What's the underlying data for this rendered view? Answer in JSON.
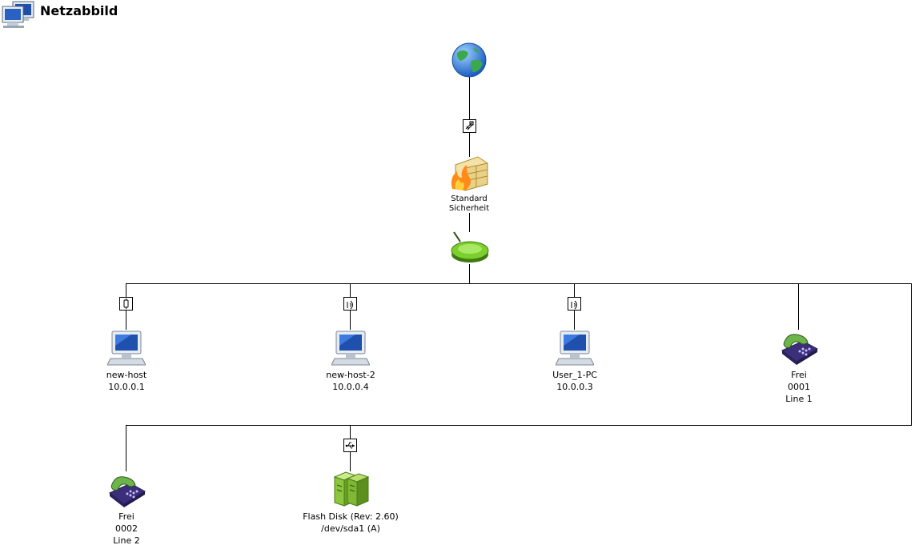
{
  "header": {
    "title": "Netzabbild",
    "icon": "network-computers-icon"
  },
  "internet": {
    "icon": "globe-icon"
  },
  "dsl_link": {
    "icon": "dsl-port-icon"
  },
  "firewall": {
    "icon": "firewall-icon",
    "label_line1": "Standard",
    "label_line2": "Sicherheit"
  },
  "router": {
    "icon": "router-icon"
  },
  "devices": [
    {
      "name": "new-host",
      "ip": "10.0.0.1",
      "connection": "lan-port-icon",
      "icon": "computer-icon"
    },
    {
      "name": "new-host-2",
      "ip": "10.0.0.4",
      "connection": "wlan-port-icon",
      "icon": "computer-icon"
    },
    {
      "name": "User_1-PC",
      "ip": "10.0.0.3",
      "connection": "wlan-port-icon",
      "icon": "computer-icon"
    }
  ],
  "phones": [
    {
      "status": "Frei",
      "number": "0001",
      "line": "Line 1",
      "icon": "telephone-icon"
    },
    {
      "status": "Frei",
      "number": "0002",
      "line": "Line 2",
      "icon": "telephone-icon"
    }
  ],
  "storage": {
    "name": "Flash Disk (Rev: 2.60)",
    "path": "/dev/sda1 (A)",
    "connection": "usb-port-icon",
    "icon": "usb-storage-icon"
  },
  "colors": {
    "line": "#000000",
    "globe_blue": "#2f7fd6",
    "globe_green": "#3aa94a",
    "router_green": "#7ccf2c",
    "phone_purple": "#5b4a9e",
    "storage_green": "#8cc63f"
  }
}
